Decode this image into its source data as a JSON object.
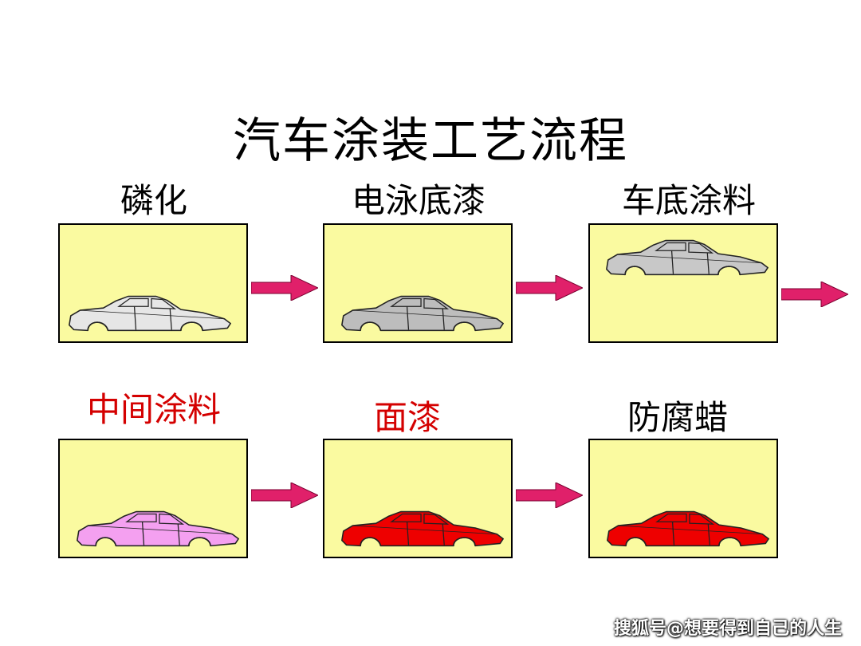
{
  "title": "汽车涂装工艺流程",
  "steps": [
    {
      "label": "磷化",
      "label_color": "#000000",
      "car_fill": "#e6e6e6"
    },
    {
      "label": "电泳底漆",
      "label_color": "#000000",
      "car_fill": "#bdbdbd"
    },
    {
      "label": "车底涂料",
      "label_color": "#000000",
      "car_fill": "#c8c8c8"
    },
    {
      "label": "中间涂料",
      "label_color": "#d40000",
      "car_fill": "#f4a0f0"
    },
    {
      "label": "面漆",
      "label_color": "#d40000",
      "car_fill": "#ee0000"
    },
    {
      "label": "防腐蜡",
      "label_color": "#000000",
      "car_fill": "#ee0000"
    }
  ],
  "colors": {
    "box_fill": "#fafaa0",
    "arrow": "#e0206a"
  },
  "watermark": "搜狐号@想要得到自己的人生"
}
